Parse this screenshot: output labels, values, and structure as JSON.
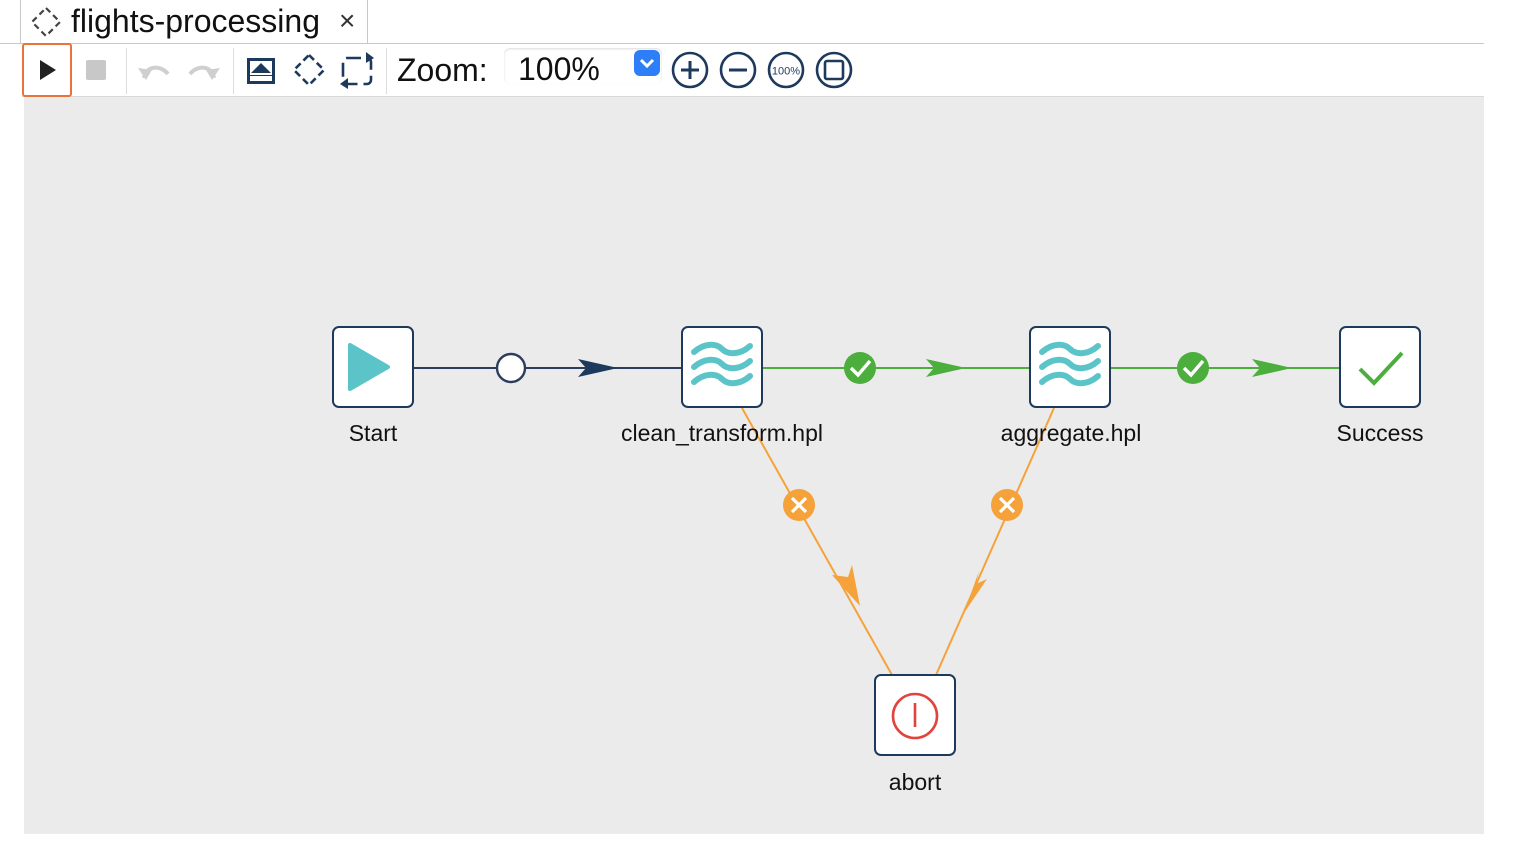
{
  "tab": {
    "title": "flights-processing",
    "close_glyph": "×",
    "icon": "workflow-icon"
  },
  "toolbar": {
    "buttons": [
      "run-icon",
      "stop-icon",
      "undo-icon",
      "redo-icon",
      "image-icon",
      "workflow-icon",
      "refresh-icon"
    ],
    "zoom_label": "Zoom:",
    "zoom_value": "100%",
    "zoom_buttons": [
      "zoom-in-icon",
      "zoom-out-icon",
      "zoom-100-icon",
      "zoom-fit-icon"
    ],
    "zoom_100_text": "100%"
  },
  "workflow": {
    "nodes": {
      "start": {
        "label": "Start",
        "icon": "play-icon"
      },
      "clean": {
        "label": "clean_transform.hpl",
        "icon": "pipeline-icon"
      },
      "aggregate": {
        "label": "aggregate.hpl",
        "icon": "pipeline-icon"
      },
      "success": {
        "label": "Success",
        "icon": "checkmark-icon"
      },
      "abort": {
        "label": "abort",
        "icon": "abort-icon"
      }
    },
    "hops": [
      {
        "from": "Start",
        "to": "clean_transform.hpl",
        "type": "unconditional"
      },
      {
        "from": "clean_transform.hpl",
        "to": "aggregate.hpl",
        "type": "success"
      },
      {
        "from": "aggregate.hpl",
        "to": "Success",
        "type": "success"
      },
      {
        "from": "clean_transform.hpl",
        "to": "abort",
        "type": "failure"
      },
      {
        "from": "aggregate.hpl",
        "to": "abort",
        "type": "failure"
      }
    ]
  },
  "colors": {
    "accent": "#e8743b",
    "success": "#4cae3c",
    "failure": "#f5a23a",
    "hop_default": "#2c3e5c",
    "pipeline_teal": "#5bc4c8",
    "abort_red": "#e0443c",
    "canvas_bg": "#ebebeb"
  }
}
